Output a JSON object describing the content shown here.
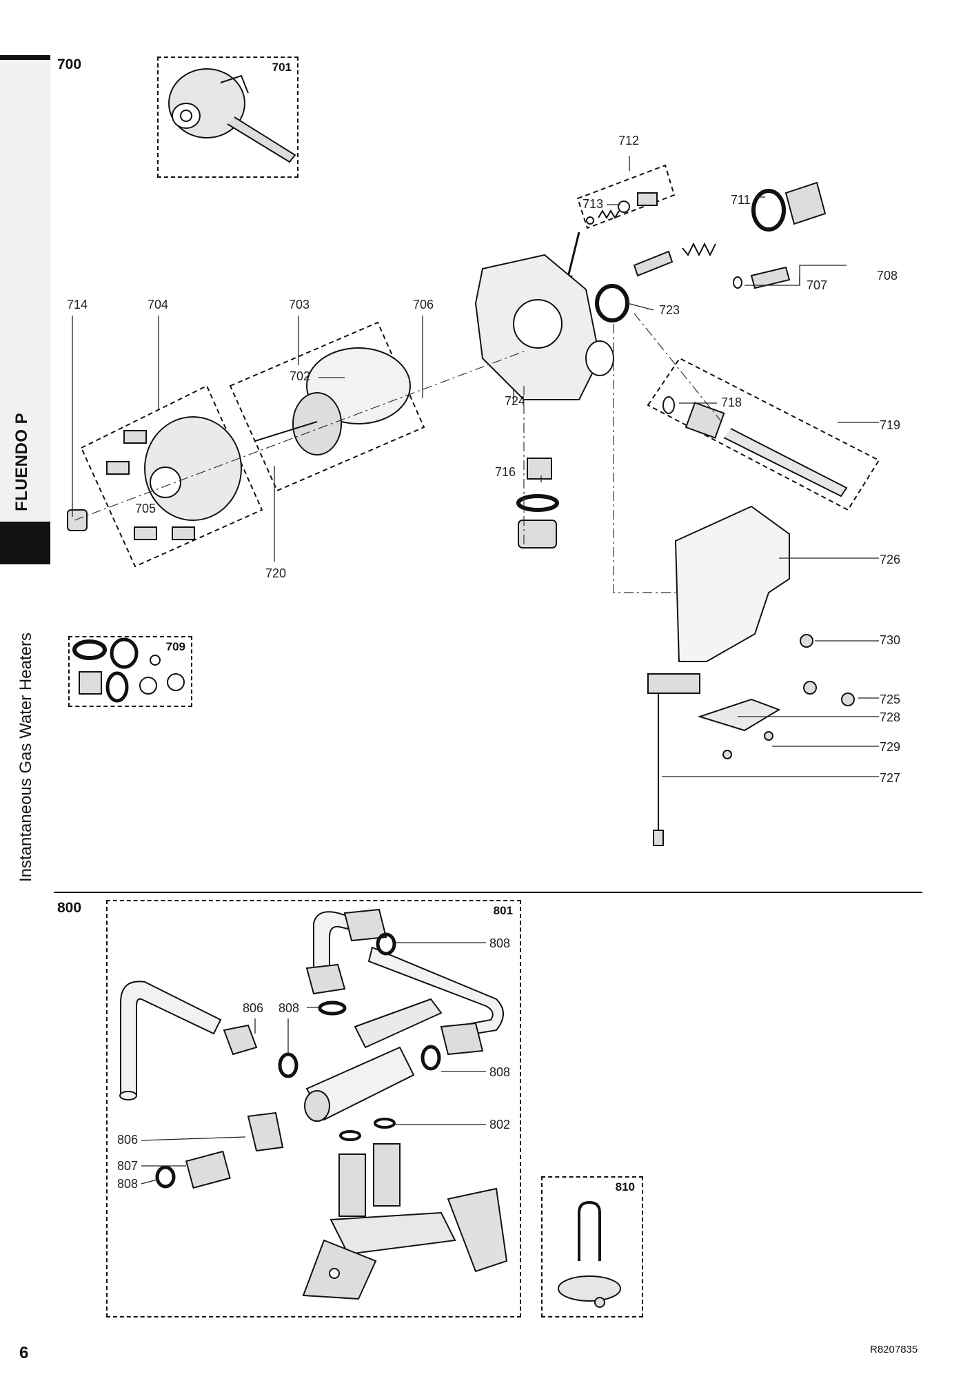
{
  "sidebar": {
    "brand": "FLUENDO P",
    "category": "Instantaneous Gas Water Heaters"
  },
  "section_700": {
    "number": "700",
    "box_701": "701",
    "box_709": "709",
    "callouts": {
      "c702": "702",
      "c703": "703",
      "c704": "704",
      "c705": "705",
      "c706": "706",
      "c707": "707",
      "c708": "708",
      "c711": "711",
      "c712": "712",
      "c713": "713",
      "c714": "714",
      "c716": "716",
      "c718": "718",
      "c719": "719",
      "c720": "720",
      "c723": "723",
      "c724": "724",
      "c725": "725",
      "c726": "726",
      "c727": "727",
      "c728": "728",
      "c729": "729",
      "c730": "730"
    }
  },
  "section_800": {
    "number": "800",
    "box_801": "801",
    "box_810": "810",
    "callouts": {
      "c802": "802",
      "c806a": "806",
      "c806b": "806",
      "c807": "807",
      "c808a": "808",
      "c808b": "808",
      "c808c": "808",
      "c808d": "808"
    }
  },
  "footer": {
    "page_number": "6",
    "document_code": "R8207835"
  }
}
